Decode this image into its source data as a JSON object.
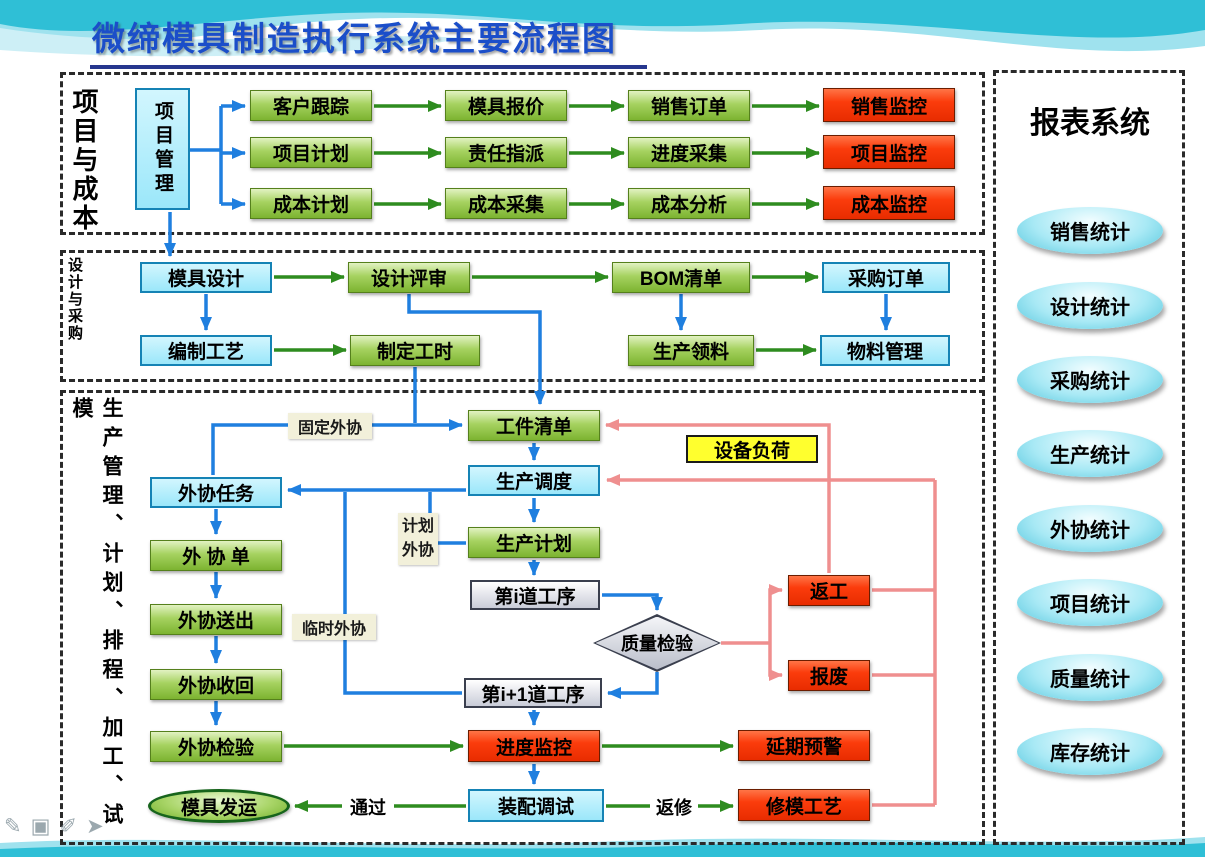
{
  "title": "微缔模具制造执行系统主要流程图",
  "project_section": {
    "label": "项目与成本",
    "hub": "项目管理",
    "row1": [
      "客户跟踪",
      "模具报价",
      "销售订单",
      "销售监控"
    ],
    "row2": [
      "项目计划",
      "责任指派",
      "进度采集",
      "项目监控"
    ],
    "row3": [
      "成本计划",
      "成本采集",
      "成本分析",
      "成本监控"
    ]
  },
  "design_section": {
    "label": "设计与采购",
    "row1": [
      "模具设计",
      "设计评审",
      "BOM清单",
      "采购订单"
    ],
    "row2": [
      "编制工艺",
      "制定工时",
      "生产领料",
      "物料管理"
    ]
  },
  "production_section": {
    "label": "生产管理、计划、排程、加工、试模",
    "nodes": {
      "workpiece_list": "工件清单",
      "equipment_load": "设备负荷",
      "scheduling": "生产调度",
      "production_plan": "生产计划",
      "process_i": "第i道工序",
      "quality_check": "质量检验",
      "rework": "返工",
      "scrap": "报废",
      "process_i_plus_1": "第i+1道工序",
      "progress_monitoring": "进度监控",
      "delay_warning": "延期预警",
      "assembly_debugging": "装配调试",
      "mold_repair": "修模工艺",
      "mold_shipment": "模具发运",
      "outsource_task": "外协任务",
      "outsource_order": "外 协 单",
      "outsource_send": "外协送出",
      "outsource_receive": "外协收回",
      "outsource_inspect": "外协检验"
    },
    "labels": {
      "fixed_outsource": "固定外协",
      "planned_outsource": "计划外协",
      "temp_outsource": "临时外协",
      "pass": "通过",
      "repair": "返修"
    }
  },
  "report_panel": {
    "title": "报表系统",
    "items": [
      "销售统计",
      "设计统计",
      "采购统计",
      "生产统计",
      "外协统计",
      "项目统计",
      "质量统计",
      "库存统计"
    ]
  },
  "annotation_toolbar": {
    "icons": [
      {
        "name": "pen-tool",
        "glyph": "✎"
      },
      {
        "name": "shapes-tool",
        "glyph": "▣"
      },
      {
        "name": "highlighter-tool",
        "glyph": "✐"
      },
      {
        "name": "pointer-tool",
        "glyph": "➤"
      }
    ]
  },
  "palette": {
    "green_box": "#8dc63f",
    "red_box": "#ff3000",
    "cyan_box": "#a8ebfb",
    "yellow_box": "#ffff2e",
    "gray_box": "#c9ccd8",
    "arrow_green": "#2e8c1f",
    "arrow_blue": "#1f7fdf",
    "arrow_red": "#ef8f8f",
    "title_blue": "#1b4ec9",
    "wave_teal": "#2fbfd6"
  }
}
